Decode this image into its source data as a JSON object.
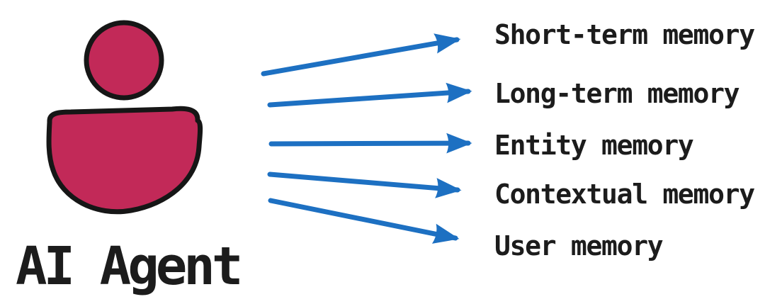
{
  "diagram": {
    "agent": {
      "label": "AI Agent"
    },
    "memory_types": [
      {
        "label": "Short-term memory"
      },
      {
        "label": "Long-term memory"
      },
      {
        "label": "Entity memory"
      },
      {
        "label": "Contextual memory"
      },
      {
        "label": "User memory"
      }
    ],
    "colors": {
      "agent_fill": "#c22958",
      "outline": "#161616",
      "arrow": "#1d70c2",
      "text": "#1c1c1c",
      "background": "#ffffff"
    }
  }
}
